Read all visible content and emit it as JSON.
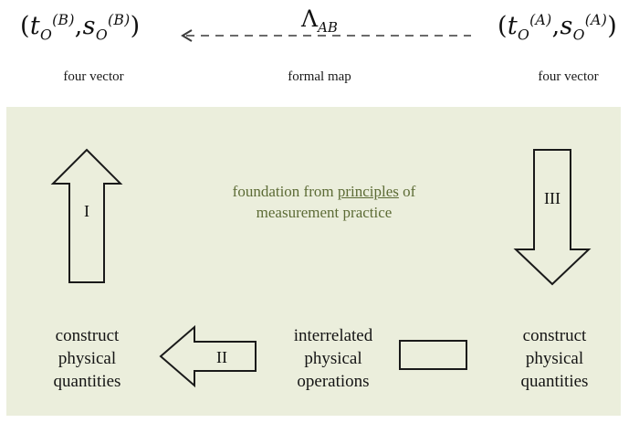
{
  "diagram": {
    "title_colors": {
      "panel_background": "#ebeedc",
      "page_background": "#ffffff",
      "green_text": "#5c6b35",
      "stroke": "#1a1a1a"
    },
    "top_row": {
      "left_formula": {
        "open": "(",
        "t_symbol": "t",
        "t_sub": "O",
        "t_sup": "(B)",
        "comma": ",",
        "s_symbol": "s",
        "s_sub": "O",
        "s_sup": "(B)",
        "close": ")",
        "caption": "four vector"
      },
      "right_formula": {
        "open": "(",
        "t_symbol": "t",
        "t_sub": "O",
        "t_sup": "(A)",
        "comma": ",",
        "s_symbol": "s",
        "s_sub": "O",
        "s_sup": "(A)",
        "close": ")",
        "caption": "four vector"
      },
      "map": {
        "lambda": "Λ",
        "lambda_sub": "AB",
        "caption": "formal map",
        "arrow_direction": "left",
        "arrow_style": "dashed"
      }
    },
    "panel": {
      "center_note": {
        "line1_before": "foundation from ",
        "line1_underlined": "principles",
        "line1_after": " of",
        "line2": "measurement practice"
      },
      "arrow_up": {
        "label": "I",
        "direction": "up"
      },
      "arrow_down": {
        "label": "III",
        "direction": "down"
      },
      "arrow_left": {
        "label": "II",
        "direction": "left"
      },
      "empty_box": {
        "label": ""
      },
      "bottom_left_block": "construct\nphysical\nquantities",
      "bottom_left_lines": [
        "construct",
        "physical",
        "quantities"
      ],
      "bottom_center_lines": [
        "interrelated",
        "physical",
        "operations"
      ],
      "bottom_right_lines": [
        "construct",
        "physical",
        "quantities"
      ]
    }
  }
}
